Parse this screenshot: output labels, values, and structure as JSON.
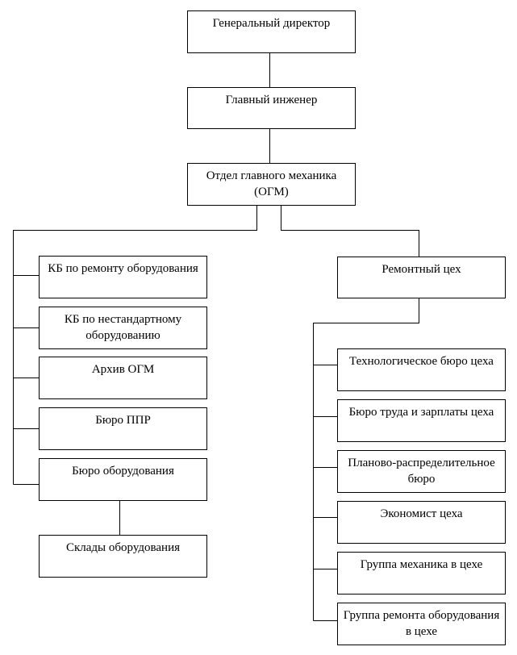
{
  "chart": {
    "general_director": "Генеральный директор",
    "chief_engineer": "Главный инженер",
    "ogm": "Отдел главного механика (ОГМ)",
    "left_branch": {
      "kb_repair": "КБ по ремонту оборудования",
      "kb_nonstandard": "КБ по нестандартному оборудованию",
      "archive": "Архив ОГМ",
      "ppr_bureau": "Бюро ППР",
      "equipment_bureau": "Бюро оборудования",
      "equipment_warehouses": "Склады оборудования"
    },
    "right_branch": {
      "repair_shop": "Ремонтный цех",
      "tech_bureau": "Технологическое бюро цеха",
      "labor_bureau": "Бюро труда и зарплаты цеха",
      "planning_bureau": "Планово-распределительное бюро",
      "economist": "Экономист цеха",
      "mechanic_group": "Группа механика в цехе",
      "repair_group": "Группа ремонта оборудования в цехе"
    }
  }
}
